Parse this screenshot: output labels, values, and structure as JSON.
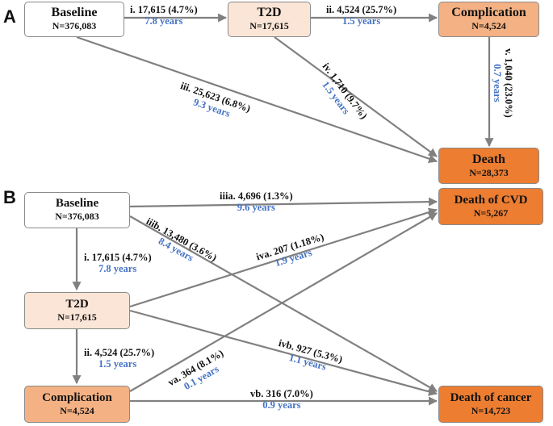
{
  "panels": {
    "a": "A",
    "b": "B"
  },
  "nodes": {
    "a_baseline": {
      "title": "Baseline",
      "n": "N=376,083"
    },
    "a_t2d": {
      "title": "T2D",
      "n": "N=17,615"
    },
    "a_comp": {
      "title": "Complication",
      "n": "N=4,524"
    },
    "a_death": {
      "title": "Death",
      "n": "N=28,373"
    },
    "b_baseline": {
      "title": "Baseline",
      "n": "N=376,083"
    },
    "b_t2d": {
      "title": "T2D",
      "n": "N=17,615"
    },
    "b_comp": {
      "title": "Complication",
      "n": "N=4,524"
    },
    "b_cvd": {
      "title": "Death of CVD",
      "n": "N=5,267"
    },
    "b_cancer": {
      "title": "Death of cancer",
      "n": "N=14,723"
    }
  },
  "edges": {
    "a_i": {
      "count": "i. 17,615 (4.7%)",
      "years": "7.8 years"
    },
    "a_ii": {
      "count": "ii. 4,524 (25.7%)",
      "years": "1.5 years"
    },
    "a_iii": {
      "count": "iii. 25,623 (6.8%)",
      "years": "9.3 years"
    },
    "a_iv": {
      "count": "iv. 1,710 (9.7%)",
      "years": "1.5 years"
    },
    "a_v": {
      "count": "v. 1,040 (23.0%)",
      "years": "0.7 years"
    },
    "b_i": {
      "count": "i. 17,615 (4.7%)",
      "years": "7.8 years"
    },
    "b_ii": {
      "count": "ii. 4,524 (25.7%)",
      "years": "1.5 years"
    },
    "b_iiia": {
      "count": "iiia. 4,696 (1.3%)",
      "years": "9.6 years"
    },
    "b_iiib": {
      "count": "iiib. 13,480 (3.6%)",
      "years": "8.4 years"
    },
    "b_iva": {
      "count": "iva. 207 (1.18%)",
      "years": "1.9 years"
    },
    "b_ivb": {
      "count": "ivb. 927 (5.3%)",
      "years": "1.1 years"
    },
    "b_va": {
      "count": "va. 364 (8.1%)",
      "years": "0.1 years"
    },
    "b_vb": {
      "count": "vb. 316 (7.0%)",
      "years": "0.9 years"
    }
  },
  "colors": {
    "arrow": "#808080",
    "years_text": "#4472c4",
    "node_white": "#ffffff",
    "node_light": "#fbe5d6",
    "node_mid": "#f4b183",
    "node_dark": "#ed7d31"
  }
}
